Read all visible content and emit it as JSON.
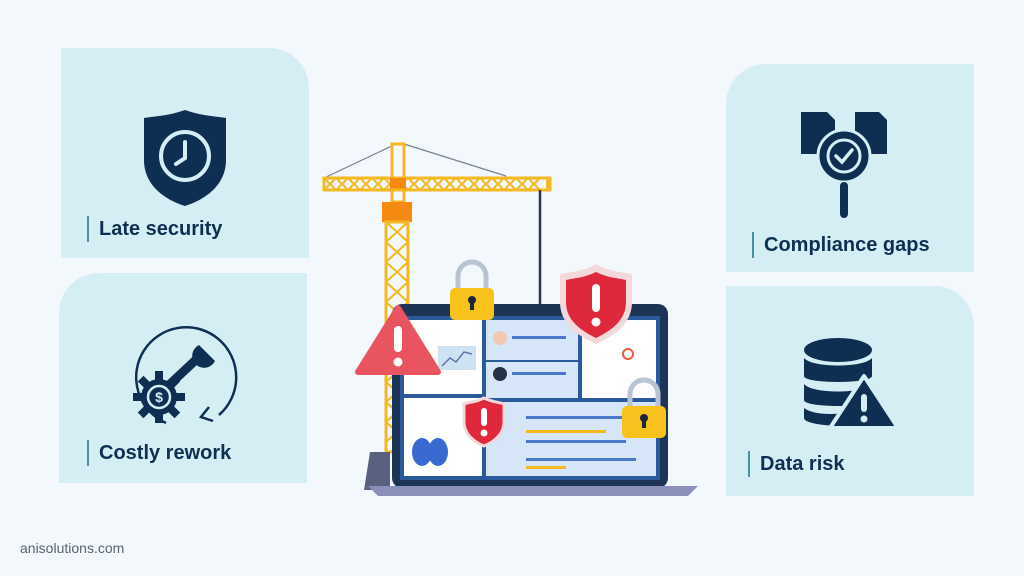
{
  "cards": [
    {
      "id": "late-security",
      "label": "Late security",
      "icon": "shield-clock-icon"
    },
    {
      "id": "costly-rework",
      "label": "Costly rework",
      "icon": "gear-dollar-wrench-icon"
    },
    {
      "id": "compliance-gaps",
      "label": "Compliance gaps",
      "icon": "document-check-magnifier-icon"
    },
    {
      "id": "data-risk",
      "label": "Data risk",
      "icon": "database-warning-icon"
    }
  ],
  "illustration": {
    "description": "Crane hoisting over a laptop with security warnings",
    "elements": [
      "crane",
      "laptop",
      "warning-triangle",
      "shield-alert",
      "padlock",
      "hook"
    ]
  },
  "colors": {
    "background": "#f3f8fc",
    "card": "#d4eef4",
    "navy": "#0f2f52",
    "crane": "#f5b820",
    "crane_accent": "#f58a12",
    "alert_red": "#e0283c",
    "warning_red": "#e85560",
    "lock_yellow": "#f7c21c"
  },
  "footer": {
    "site": "anisolutions.com"
  }
}
